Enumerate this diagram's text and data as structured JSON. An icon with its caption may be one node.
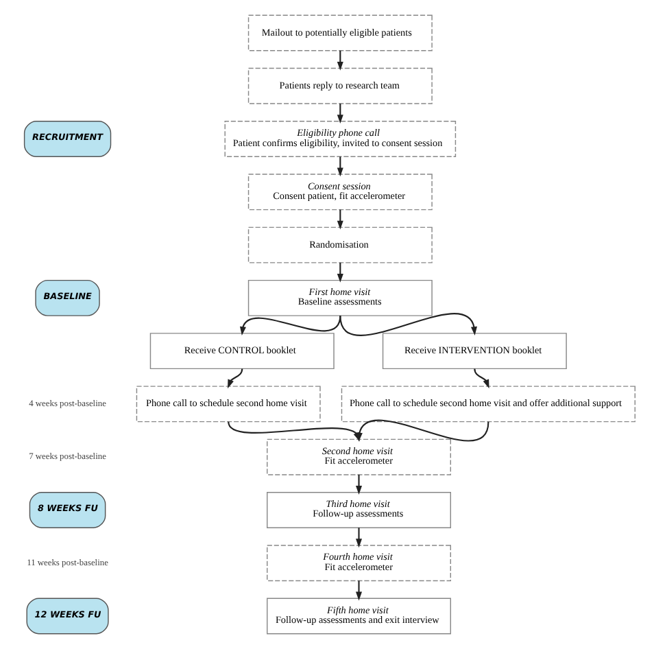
{
  "diagram": {
    "nodes": [
      {
        "text": [
          "RECRUITMENT"
        ]
      },
      {
        "text": [
          "Mailout to potentially eligible patients"
        ]
      },
      {
        "text": [
          "Patients reply to research team"
        ]
      },
      {
        "text": [
          "Eligibility phone call",
          "Patient confirms eligibility, invited to consent session"
        ]
      },
      {
        "text": [
          "Consent session",
          "Consent patient, fit accelerometer"
        ]
      },
      {
        "text": [
          "Randomisation"
        ]
      },
      {
        "text": [
          "BASELINE"
        ]
      },
      {
        "text": [
          "First home visit",
          "Baseline assessments"
        ]
      },
      {
        "text": [
          "Receive CONTROL booklet"
        ]
      },
      {
        "text": [
          "Receive INTERVENTION booklet"
        ]
      },
      {
        "text": [
          "Phone call to schedule second home visit"
        ]
      },
      {
        "text": [
          "Phone call to schedule second home visit and offer additional support"
        ]
      },
      {
        "text": [
          "Second home visit",
          "Fit accelerometer"
        ]
      },
      {
        "text": [
          "8 WEEKS FU"
        ]
      },
      {
        "text": [
          "Third home visit",
          "Follow-up assessments"
        ]
      },
      {
        "text": [
          "Fourth home visit",
          "Fit accelerometer"
        ]
      },
      {
        "text": [
          "12 WEEKS FU"
        ]
      },
      {
        "text": [
          "Fifth home visit",
          "Follow-up assessments and exit interview"
        ]
      }
    ],
    "edges": [
      {
        "from": 1,
        "to": 2,
        "arrow": "to"
      },
      {
        "from": 2,
        "to": 3,
        "arrow": "to"
      },
      {
        "from": 3,
        "to": 4,
        "arrow": "to"
      },
      {
        "from": 4,
        "to": 5,
        "arrow": "to"
      },
      {
        "from": 5,
        "to": 7,
        "arrow": "to"
      },
      {
        "from": 7,
        "to": 8,
        "arrow": "to"
      },
      {
        "from": 7,
        "to": 9,
        "arrow": "to"
      },
      {
        "from": 8,
        "to": 10,
        "arrow": "to"
      },
      {
        "from": 9,
        "to": 11,
        "arrow": "to"
      },
      {
        "from": 10,
        "to": 12,
        "arrow": "to"
      },
      {
        "from": 11,
        "to": 12,
        "arrow": "to"
      },
      {
        "from": 12,
        "to": 14,
        "arrow": "to"
      },
      {
        "from": 14,
        "to": 15,
        "arrow": "to"
      },
      {
        "from": 15,
        "to": 17,
        "arrow": "to"
      }
    ],
    "labels": [
      "4 weeks post-baseline",
      "7 weeks post-baseline",
      "11 weeks post-baseline"
    ]
  }
}
